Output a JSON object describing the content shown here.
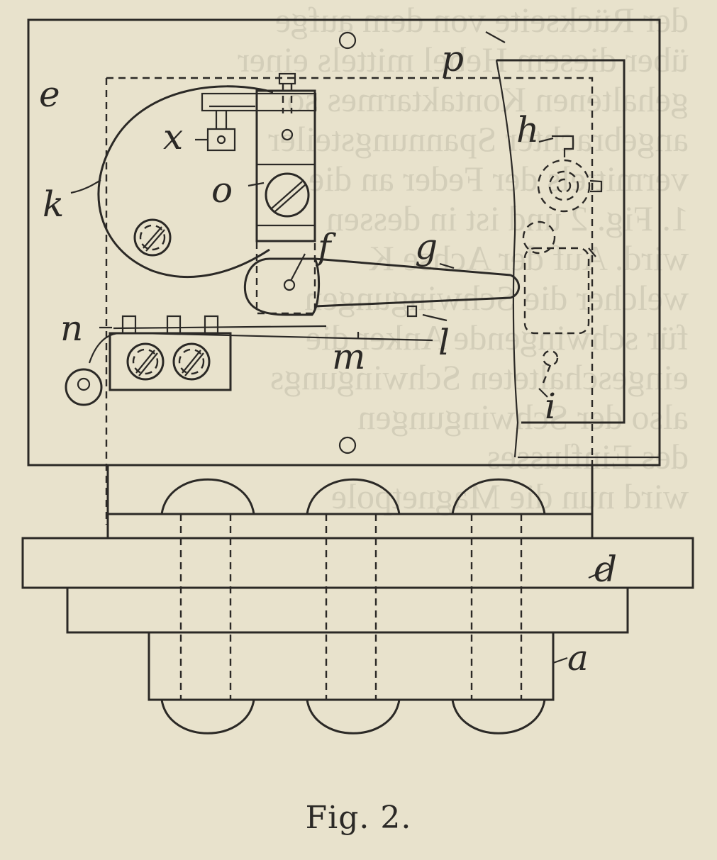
{
  "caption": "Fig. 2.",
  "labels": {
    "a": "a",
    "d": "d",
    "e": "e",
    "f": "f",
    "g": "g",
    "h": "h",
    "i": "i",
    "k": "k",
    "l": "l",
    "m": "m",
    "n": "n",
    "o": "o",
    "p": "p",
    "x": "x"
  },
  "bleed_through_lines": [
    "der Rückseite von dem aufge",
    "über diesem Hebel mittels einer",
    "gehaltenen Kontaktarmes so",
    "angebrachter Spannungsteiler",
    "vermittels der Feder an die",
    "1. Fig. 2 und ist in dessen",
    "wird. Auf der Achse K",
    "welcher die Schwingungen",
    "für schwingende Anker die",
    "eingeschalteten Schwingungs",
    "also der Schwingungen",
    "des Einflusses",
    "wird nun die Magnetpole"
  ],
  "colors": {
    "paper": "#e8e2cc",
    "ink": "#2b2926"
  }
}
